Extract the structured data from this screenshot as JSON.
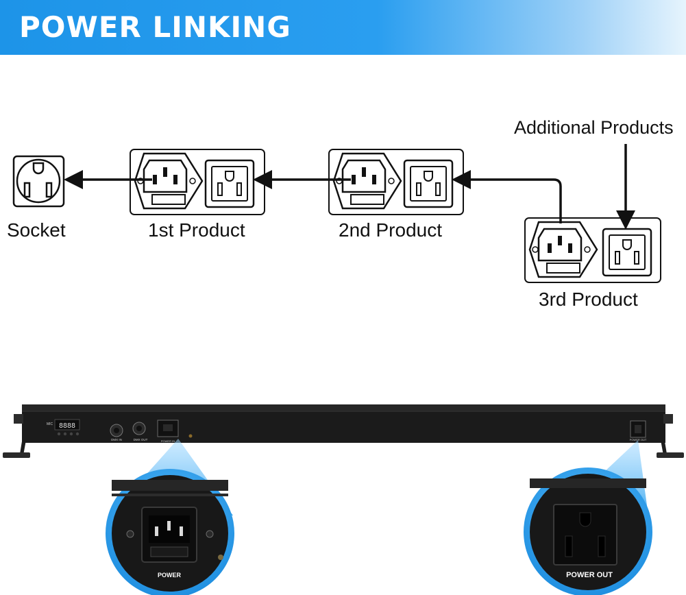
{
  "banner": {
    "title": "POWER LINKING"
  },
  "diagram": {
    "labels": {
      "socket": "Socket",
      "first": "1st Product",
      "second": "2nd Product",
      "third": "3rd Product",
      "additional": "Additional Products"
    },
    "callouts": {
      "power": "POWER",
      "power_out": "POWER OUT"
    }
  },
  "device": {
    "labels": [
      "MIC",
      "8888",
      "DMX IN",
      "DMX OUT",
      "POWER IN",
      "POWER OUT"
    ]
  },
  "colors": {
    "banner_start": "#1d94e8",
    "banner_end": "#e6f4fd",
    "callout_blue": "#35a8ee",
    "device_body": "#1b1b1b"
  }
}
